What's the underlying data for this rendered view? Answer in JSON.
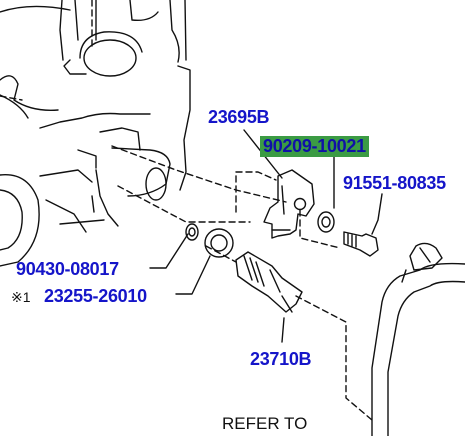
{
  "parts": {
    "p23695b": "23695B",
    "p90209": "90209-10021",
    "p91551": "91551-80835",
    "p90430": "90430-08017",
    "p23255": "23255-26010",
    "p23710b": "23710B"
  },
  "marker": "※1",
  "refer_note": "REFER TO",
  "colors": {
    "label": "#1515c9",
    "highlight": "#3b9b44",
    "line": "#111111"
  }
}
